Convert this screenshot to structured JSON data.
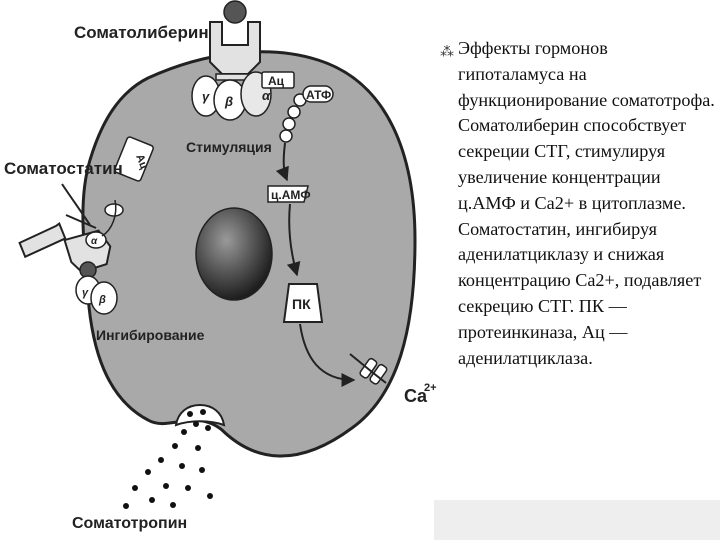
{
  "diagram": {
    "somatoliberin": "Соматолиберин",
    "somatostatin": "Соматостатин",
    "stimulation": "Стимуляция",
    "inhibition": "Ингибирование",
    "somatotropin": "Соматотропин",
    "atp": "АТФ",
    "camp": "ц.АМФ",
    "ac": "Ац",
    "pk": "ПК",
    "ca": "Ca",
    "ca_charge": "2+",
    "gamma": "γ",
    "beta": "β",
    "alpha": "α",
    "fill_color": "#a9a9a9",
    "nucleus_color": "#444444"
  },
  "text_panel": {
    "bullet": "⁂",
    "body": "Эффекты гормонов гипоталамуса на функционирование соматотрофа. Соматолиберин способствует секреции СТГ, стимулируя увеличение концентрации ц.АМФ и Са2+ в цитоплазме. Соматостатин, ингибируя аденилатциклазу и снижая концентрацию Са2+, подавляет секрецию СТГ. ПК — протеинкиназа, Ац — аденилатциклаза."
  }
}
